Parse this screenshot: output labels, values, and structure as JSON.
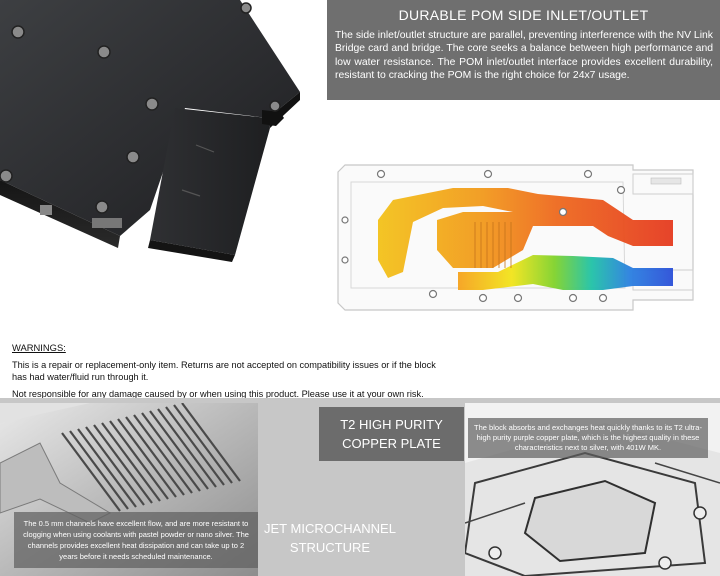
{
  "pom": {
    "title": "DURABLE POM SIDE INLET/OUTLET",
    "body": "The side inlet/outlet structure are parallel, preventing interference with the NV Link Bridge card and bridge. The core seeks a balance between high performance and low water resistance. The POM inlet/outlet interface provides excellent durability, resistant to cracking the POM is the right choice for 24x7 usage."
  },
  "warnings": {
    "title": "WARNINGS:",
    "line1": "This is a repair or replacement-only item. Returns are not accepted on compatibility issues or if the block has had water/fluid run through it.",
    "line2": "Not responsible for any damage caused by or when using this product. Please use it at your own risk."
  },
  "microchannel": {
    "label": "JET MICROCHANNEL STRUCTURE",
    "caption": "The 0.5 mm channels have excellent flow, and are more resistant to clogging when using coolants with pastel powder or nano silver. The channels provides excellent heat dissipation and can take up to 2 years before it needs scheduled maintenance."
  },
  "copper": {
    "label": "T2 HIGH PURITY COPPER PLATE",
    "caption": "The block absorbs and exchanges heat quickly thanks to its T2 ultra-high purity purple copper plate, which is the highest quality in these characteristics next to silver, with 401W MK."
  },
  "colors": {
    "card_gray": "#6f6f6f",
    "band_gray": "#c7c7c7",
    "hot": "#e53a1f",
    "cold": "#2b4fd8"
  }
}
